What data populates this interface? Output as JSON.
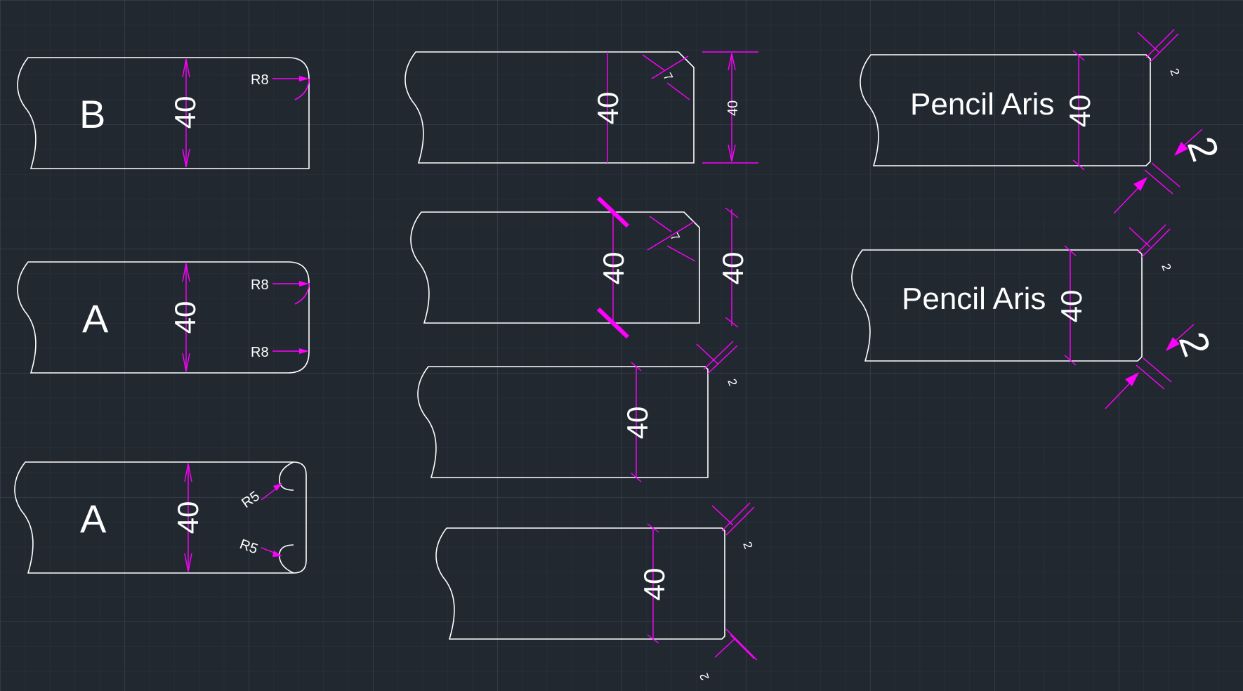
{
  "left_column": {
    "profile_1": {
      "label": "B",
      "height": "40",
      "radius": "R8"
    },
    "profile_2": {
      "label": "A",
      "height": "40",
      "radius_top": "R8",
      "radius_bottom": "R8"
    },
    "profile_3": {
      "label": "A",
      "height": "40",
      "radius_top": "R5",
      "radius_bottom": "R5"
    }
  },
  "middle_column": {
    "profile_1": {
      "height": "40",
      "chamfer": "7",
      "overall_height": "40"
    },
    "profile_2": {
      "height": "40",
      "chamfer": "7",
      "overall_height": "40"
    },
    "profile_3": {
      "height": "40",
      "arris": "2"
    },
    "profile_4": {
      "height": "40",
      "arris_top": "2",
      "arris_bottom": "2"
    }
  },
  "right_column": {
    "profile_1": {
      "label": "Pencil Aris",
      "height": "40",
      "arris_small": "2",
      "arris_large": "2"
    },
    "profile_2": {
      "label": "Pencil Aris",
      "height": "40",
      "arris_small": "2",
      "arris_large": "2"
    }
  }
}
